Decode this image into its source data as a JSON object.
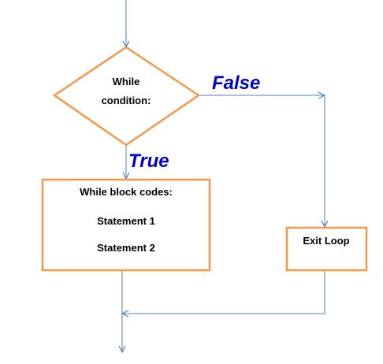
{
  "colors": {
    "shape_stroke": "#F79646",
    "shape_fill": "#FFFFFF",
    "connector": "#4F81BD",
    "edge_label": "#0000CC"
  },
  "decision": {
    "line1": "While",
    "line2": "condition:"
  },
  "labels": {
    "false": "False",
    "true": "True"
  },
  "block": {
    "title": "While block codes:",
    "statement1": "Statement 1",
    "statement2": "Statement 2"
  },
  "exit": {
    "label": "Exit Loop"
  }
}
